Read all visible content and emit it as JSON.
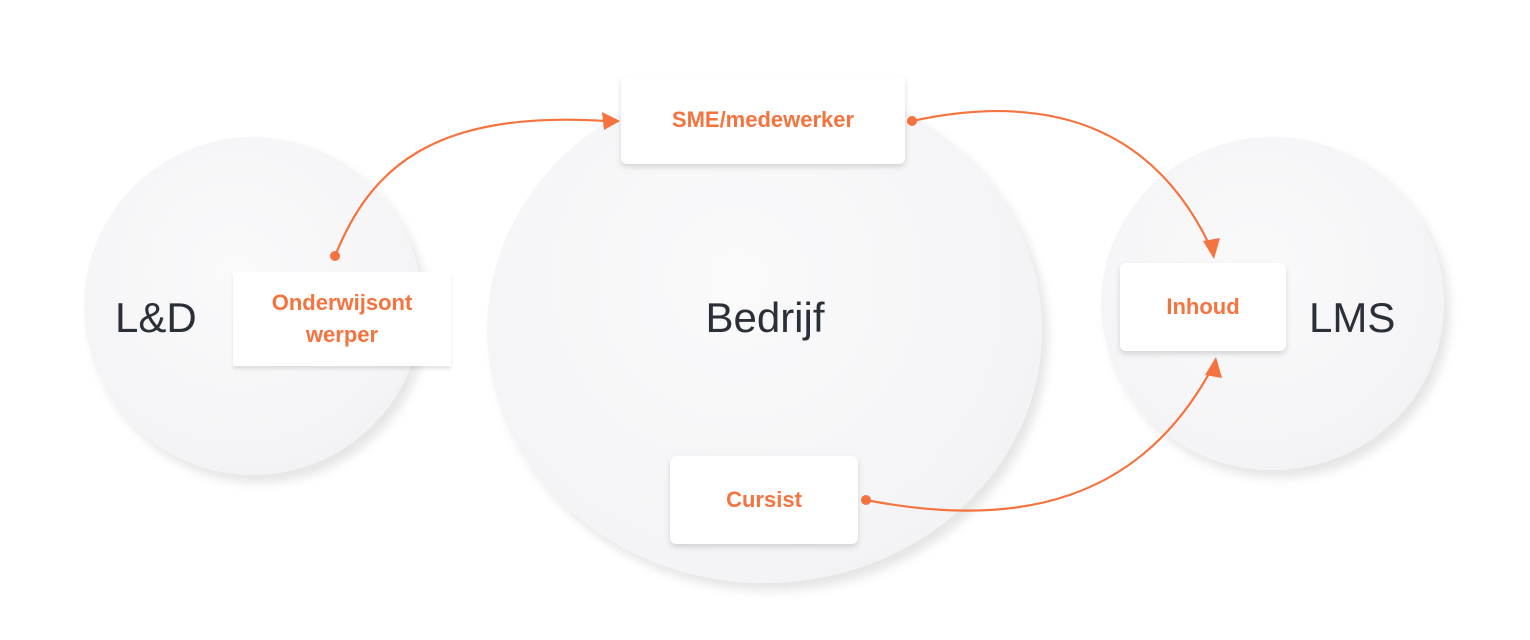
{
  "colors": {
    "accent": "#f4733f",
    "label": "#2b2f38",
    "circle_fill": "#f5f5f7"
  },
  "circles": {
    "ld": {
      "label": "L&D"
    },
    "company": {
      "label": "Bedrijf"
    },
    "lms": {
      "label": "LMS"
    }
  },
  "cards": {
    "designer": {
      "label": "Onderwijsont werper"
    },
    "sme": {
      "label": "SME/medewerker"
    },
    "content": {
      "label": "Inhoud"
    },
    "learner": {
      "label": "Cursist"
    }
  },
  "connections": [
    {
      "from": "Onderwijsont werper",
      "to": "SME/medewerker"
    },
    {
      "from": "SME/medewerker",
      "to": "Inhoud"
    },
    {
      "from": "Cursist",
      "to": "Inhoud"
    }
  ]
}
